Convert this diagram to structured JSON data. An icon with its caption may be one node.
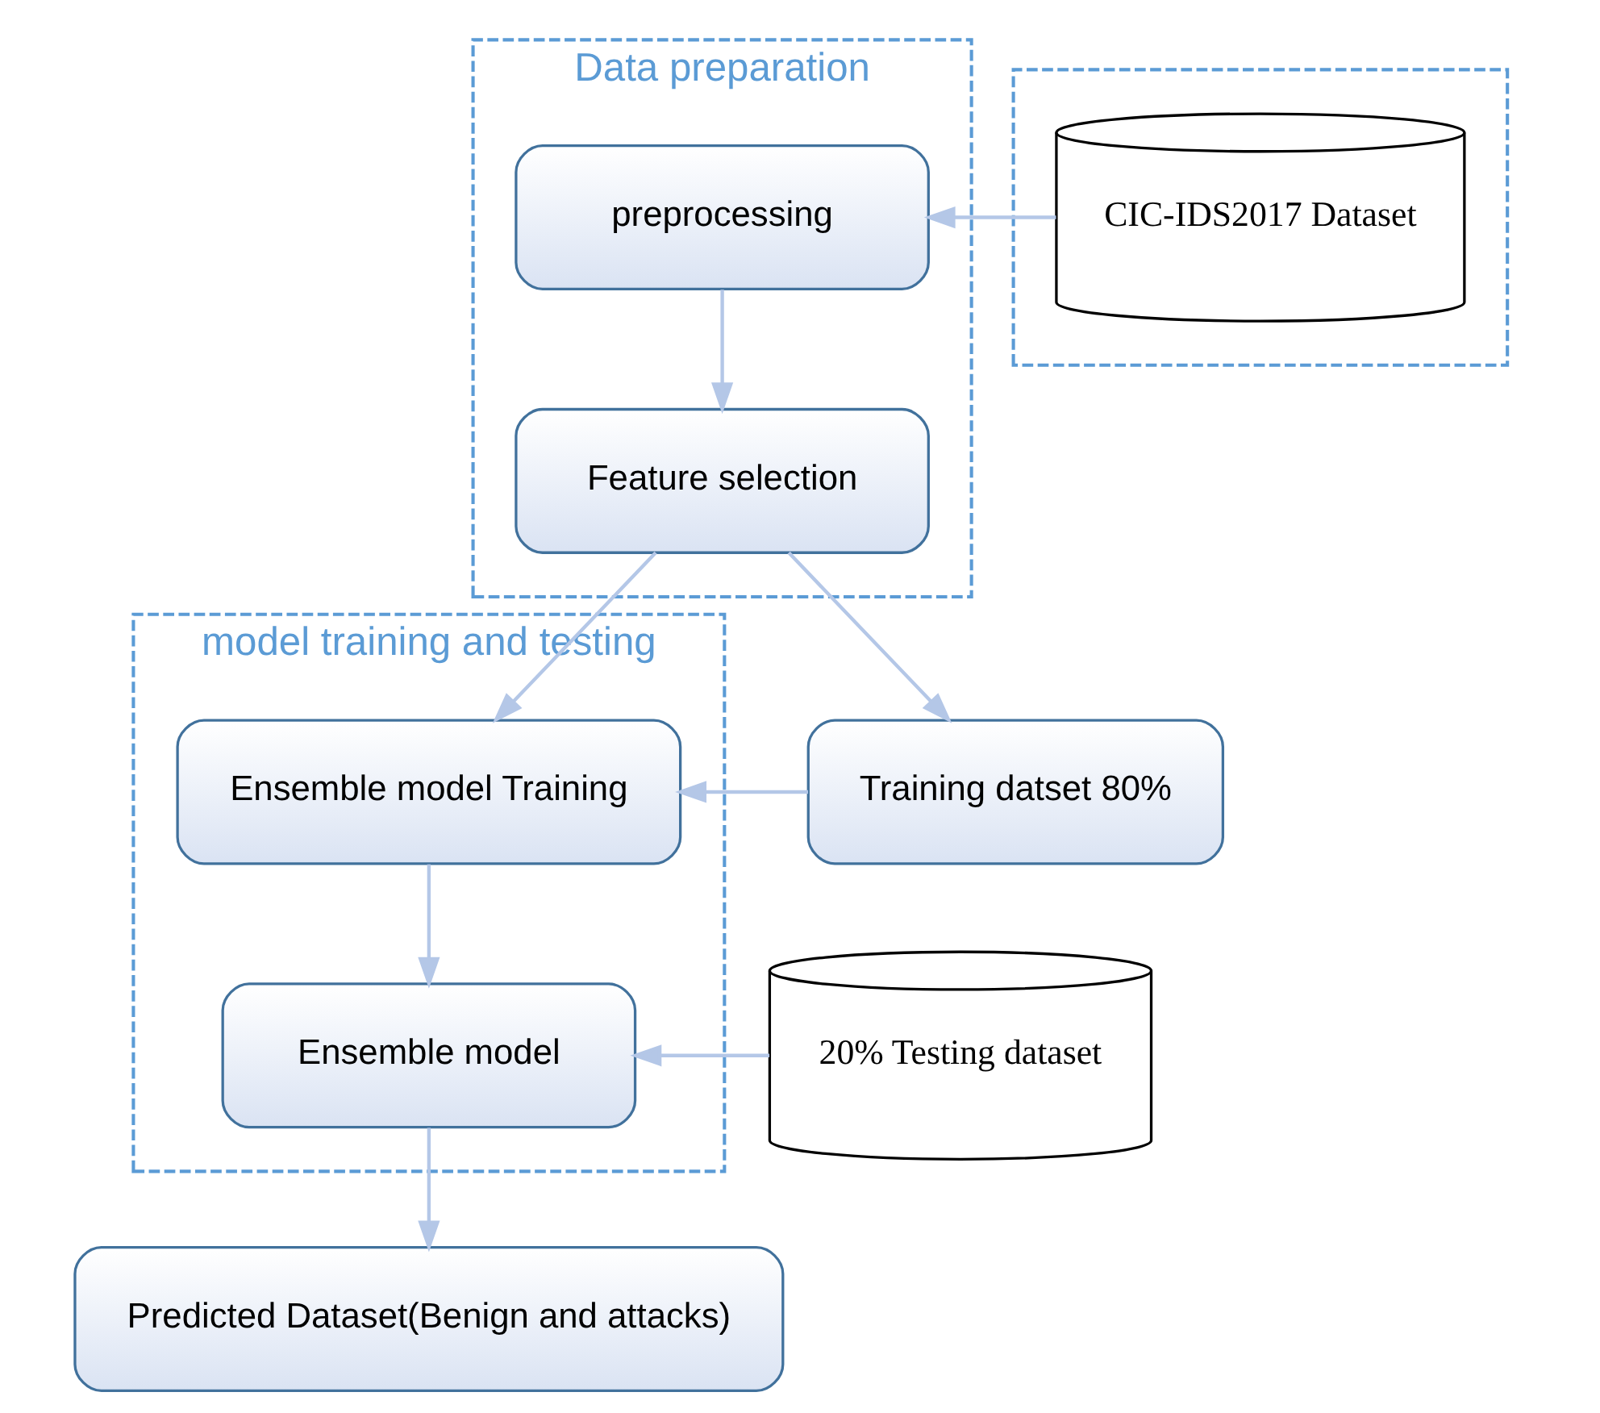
{
  "diagram": {
    "nodes": [
      {
        "text": [
          "Data preparation"
        ]
      },
      {
        "text": [
          "preprocessing"
        ],
        "in": 0
      },
      {
        "text": [
          "Feature selection"
        ],
        "in": 0
      },
      {
        "text": [],
        "shape": "box"
      },
      {
        "text": [
          "CIC-IDS2017 Dataset"
        ],
        "in": 3
      },
      {
        "text": [
          "model training and testing"
        ]
      },
      {
        "text": [
          "Ensemble model Training"
        ],
        "in": 5
      },
      {
        "text": [
          "Ensemble model"
        ],
        "in": 5
      },
      {
        "text": [
          "Training datset 80%"
        ]
      },
      {
        "text": [
          "20% Testing dataset"
        ]
      },
      {
        "text": [
          "Predicted Dataset(Benign and attacks)"
        ]
      }
    ],
    "edges": [
      {
        "from": 4,
        "to": 1,
        "arrow": "to"
      },
      {
        "from": 1,
        "to": 2,
        "arrow": "to"
      },
      {
        "from": 2,
        "to": 8,
        "arrow": "to"
      },
      {
        "from": 2,
        "to": 6,
        "arrow": "to"
      },
      {
        "from": 8,
        "to": 6,
        "arrow": "to"
      },
      {
        "from": 6,
        "to": 7,
        "arrow": "to"
      },
      {
        "from": 9,
        "to": 7,
        "arrow": "to"
      },
      {
        "from": 7,
        "to": 10,
        "arrow": "to"
      }
    ]
  }
}
